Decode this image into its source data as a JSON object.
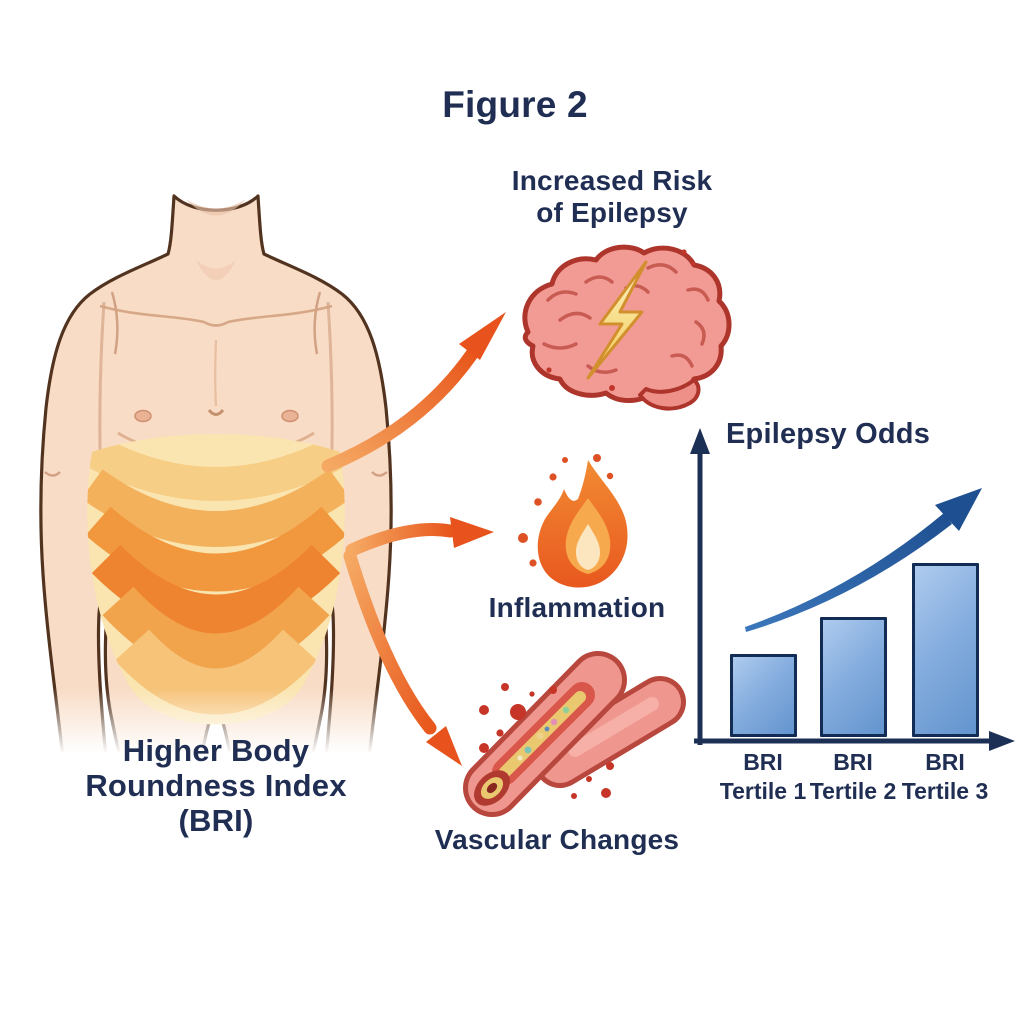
{
  "figure": {
    "title": "Figure 2"
  },
  "body_section": {
    "label": "Higher Body Roundness Index (BRI)",
    "label_lines": [
      "Higher Body",
      "Roundness Index",
      "(BRI)"
    ]
  },
  "outcomes": [
    {
      "id": "epilepsy",
      "label_lines": [
        "Increased Risk",
        "of Epilepsy"
      ],
      "icon": "brain-lightning-icon"
    },
    {
      "id": "inflammation",
      "label_lines": [
        "Inflammation"
      ],
      "icon": "flame-icon"
    },
    {
      "id": "vascular",
      "label_lines": [
        "Vascular Changes"
      ],
      "icon": "blood-vessel-icon"
    }
  ],
  "chart_data": {
    "type": "bar",
    "title": "Epilepsy Odds",
    "categories": [
      "BRI Tertile 1",
      "BRI Tertile 2",
      "BRI Tertile 3"
    ],
    "category_lines": [
      [
        "BRI",
        "Tertile 1"
      ],
      [
        "BRI",
        "Tertile 2"
      ],
      [
        "BRI",
        "Tertile 3"
      ]
    ],
    "values": [
      1.0,
      1.45,
      2.1
    ],
    "value_note": "bars unlabeled; values are relative bar heights with tertile 1 = 1.0",
    "ylim": [
      0,
      3.7
    ],
    "xlabel": "",
    "ylabel": "",
    "grid": false,
    "legend": false,
    "annotations": [
      "upward-curving blue trend arrow above bars"
    ]
  },
  "colors": {
    "text_navy": "#1F2E52",
    "axis_navy": "#1C2F55",
    "accent_orange": "#EA6224",
    "trend_arrow_blue": "#2763A8",
    "bar_fill_light": "#AECBEE",
    "bar_fill_dark": "#6394CE",
    "bar_border": "#122C55",
    "skin": "#F8DCC6",
    "belly_band_orange": "#EE8430",
    "brain_pink": "#F29B94",
    "flame_orange": "#EE6B26",
    "vessel_red": "#EF968E"
  }
}
